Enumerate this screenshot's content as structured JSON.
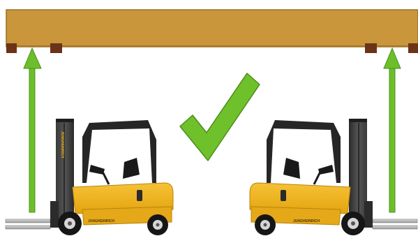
{
  "scene": {
    "pallet_color": "#c9963b",
    "pallet_edge_color": "#a8782a",
    "block_color": "#6b3418",
    "arrow_color": "#6cbf2a",
    "arrow_edge_color": "#4d8f1c",
    "check_color": "#6fc12b",
    "check_edge_color": "#4b8d18",
    "forklift_body_color": "#f0b21b",
    "forklift_dark_color": "#2b2b2b",
    "forklift_tyre_color": "#161616",
    "forklift_fork_color": "#bfbfbf",
    "forklift_count": 2,
    "arrow_count": 2
  },
  "icons": {
    "check": "check-mark-icon",
    "arrow": "arrow-up-icon",
    "forklift": "forklift-icon"
  },
  "forklift_branding": {
    "left": "JUNGHEINRICH",
    "right": "JUNGHEINRICH"
  }
}
